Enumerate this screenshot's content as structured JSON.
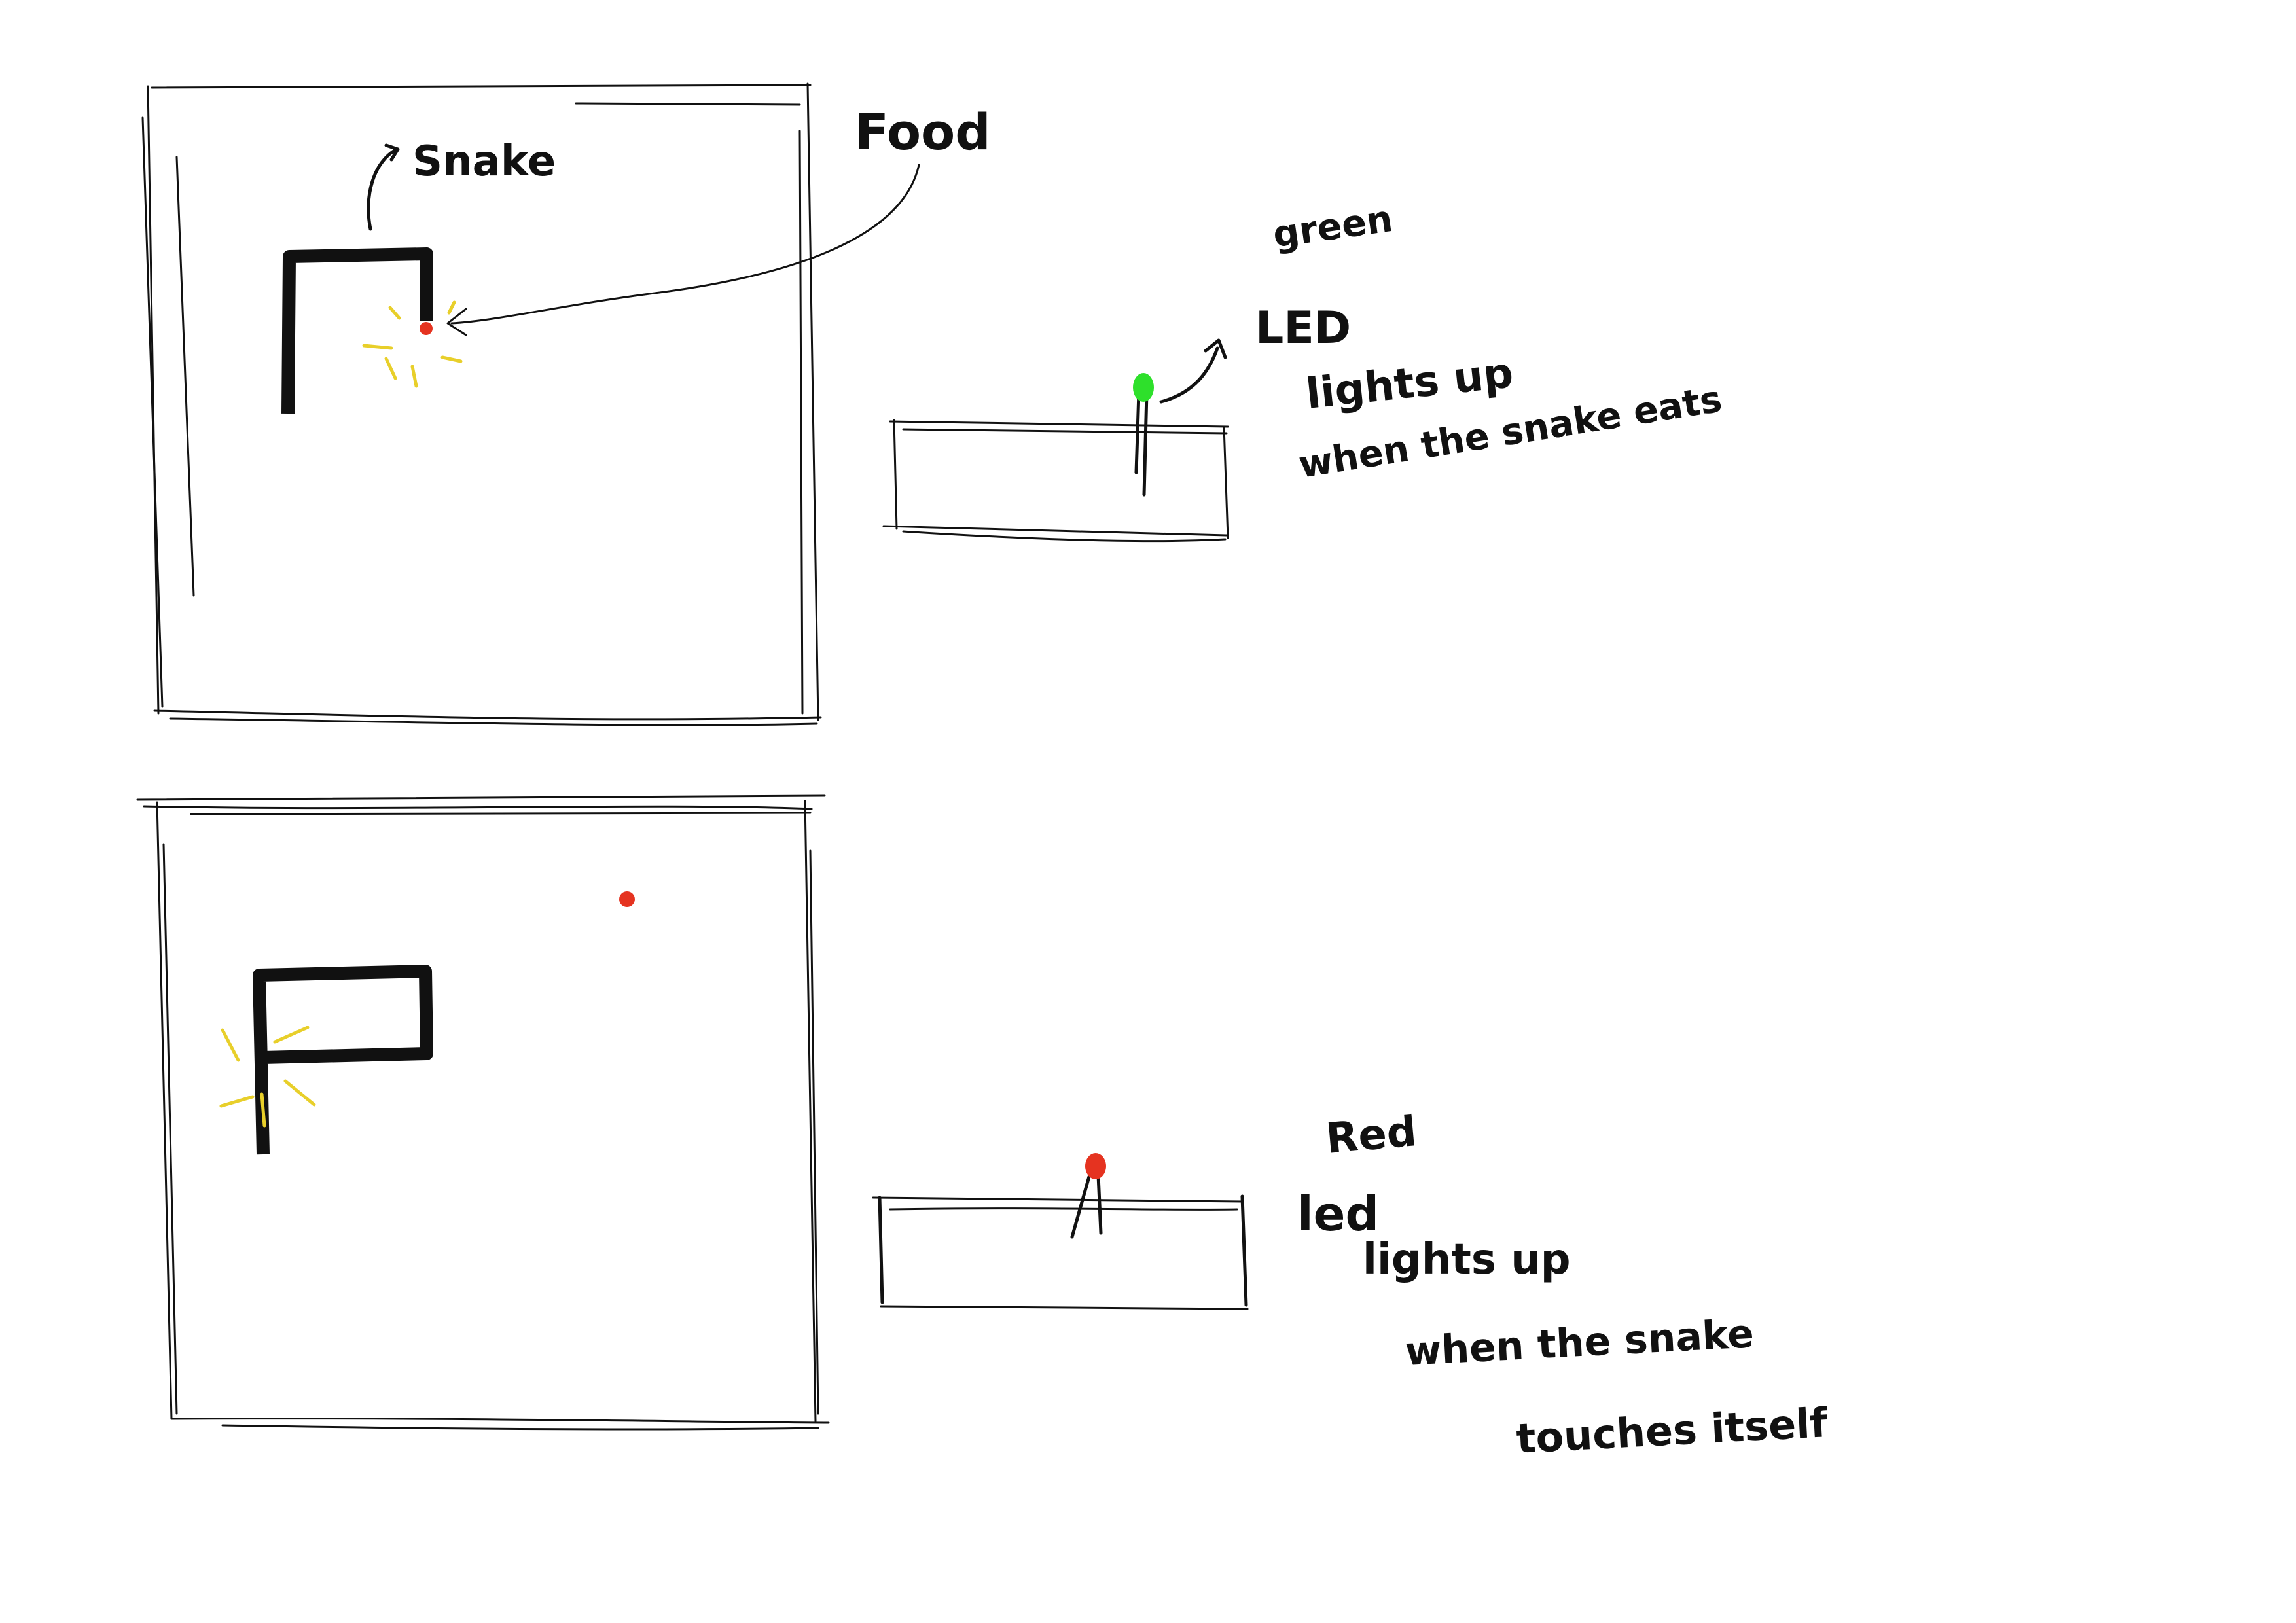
{
  "colors": {
    "ink": "#111111",
    "food": "#e53320",
    "led_green": "#2ee02b",
    "led_red": "#e53320",
    "sparkle": "#e8cf2a",
    "background": "#ffffff"
  },
  "scene_1": {
    "snake_label": "Snake",
    "food_label": "Food",
    "led_color": "green",
    "note_lines": [
      "green",
      "LED",
      "lights up",
      "when the snake eats"
    ]
  },
  "scene_2": {
    "led_color": "red",
    "note_lines": [
      "Red",
      "led",
      "lights up",
      "when the snake",
      "touches itself"
    ]
  }
}
